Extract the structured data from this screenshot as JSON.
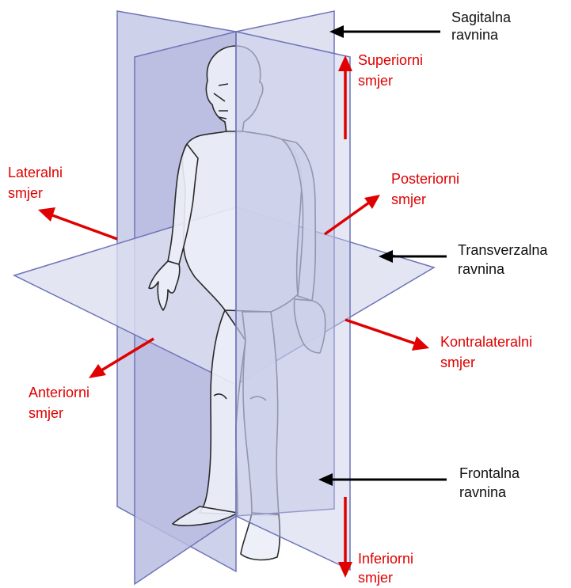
{
  "colors": {
    "plane_fill": "#c3c6e4",
    "plane_stroke": "#6d74b8",
    "body_stroke": "#2a2a2a",
    "arrow_black": "#000000",
    "arrow_red": "#e00000"
  },
  "labels": {
    "sagittal": [
      "Sagitalna",
      "ravnina"
    ],
    "transverse": [
      "Transverzalna",
      "ravnina"
    ],
    "frontal": [
      "Frontalna",
      "ravnina"
    ],
    "superior": [
      "Superiorni",
      "smjer"
    ],
    "inferior": [
      "Inferiorni",
      "smjer"
    ],
    "lateral": [
      "Lateralni",
      "smjer"
    ],
    "posterior": [
      "Posteriorni",
      "smjer"
    ],
    "contralateral": [
      "Kontralateralni",
      "smjer"
    ],
    "anterior": [
      "Anteriorni",
      "smjer"
    ]
  }
}
